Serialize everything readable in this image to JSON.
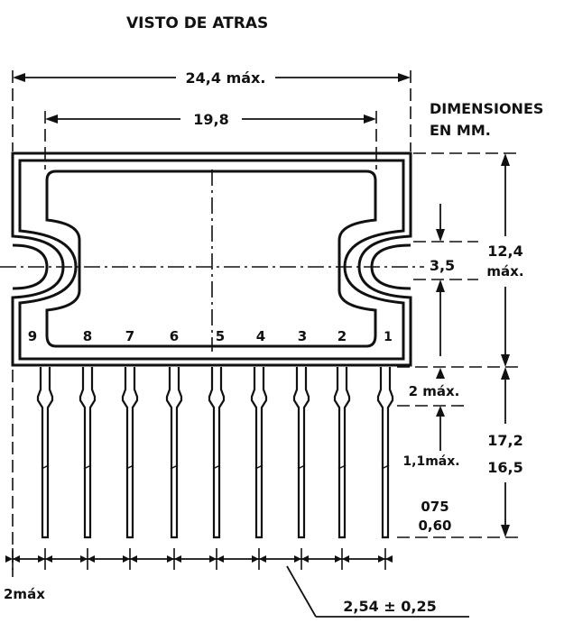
{
  "title": "VISTO DE ATRAS",
  "units_note": [
    "DIMENSIONES",
    "EN MM."
  ],
  "pin_numbers": [
    "9",
    "8",
    "7",
    "6",
    "5",
    "4",
    "3",
    "2",
    "1"
  ],
  "dimensions": {
    "overall_width": "24,4 máx.",
    "body_width": "19,8",
    "hole_height": "3,5",
    "body_height": [
      "12,4",
      "máx."
    ],
    "shoulder": "2 máx.",
    "pin_width": "1,1máx.",
    "pin_length": [
      "17,2",
      "16,5"
    ],
    "pin_thickness": [
      "075",
      "0,60"
    ],
    "edge_margin": "2máx",
    "pitch": "2,54 ± 0,25"
  },
  "colors": {
    "ink": "#111111",
    "background": "#ffffff"
  }
}
